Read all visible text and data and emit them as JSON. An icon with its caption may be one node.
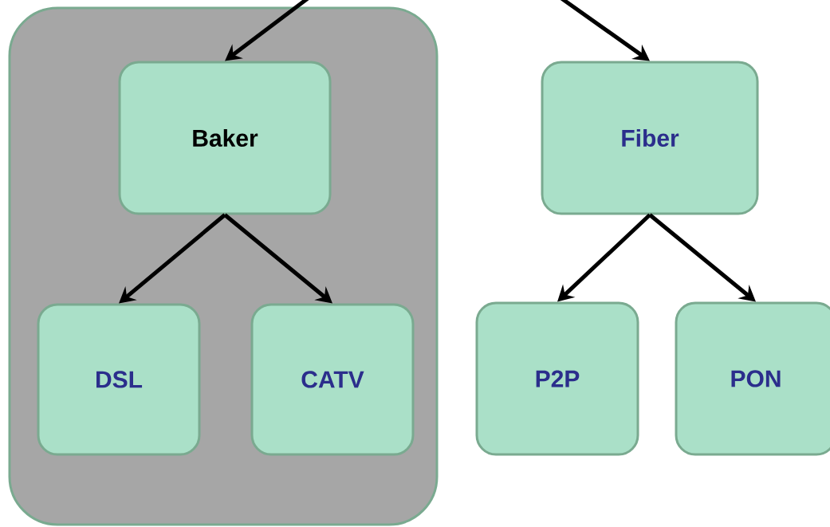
{
  "diagram": {
    "nodes": [
      {
        "text": [],
        "shape": "box"
      },
      {
        "text": [
          "Baker"
        ],
        "in": 0
      },
      {
        "text": [
          "DSL"
        ],
        "in": 0
      },
      {
        "text": [
          "CATV"
        ],
        "in": 0
      },
      {
        "text": [
          "Fiber"
        ]
      },
      {
        "text": [
          "P2P"
        ]
      },
      {
        "text": [
          "PON"
        ]
      }
    ],
    "edges": [
      {
        "from": null,
        "to": 1,
        "arrow": "to"
      },
      {
        "from": null,
        "to": 4,
        "arrow": "to"
      },
      {
        "from": 1,
        "to": 2,
        "arrow": "to"
      },
      {
        "from": 1,
        "to": 3,
        "arrow": "to"
      },
      {
        "from": 4,
        "to": 5,
        "arrow": "to"
      },
      {
        "from": 4,
        "to": 6,
        "arrow": "to"
      }
    ]
  }
}
